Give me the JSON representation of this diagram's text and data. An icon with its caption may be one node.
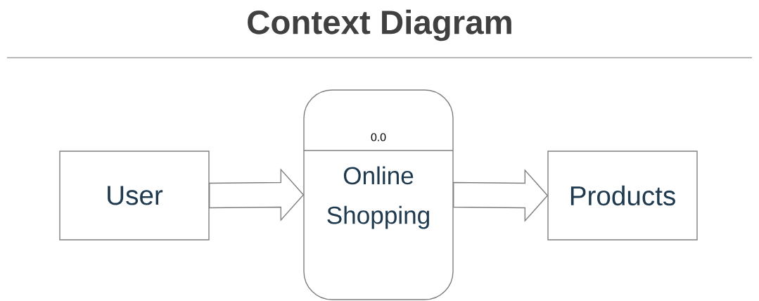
{
  "diagram": {
    "title": "Context Diagram",
    "nodes": [
      {
        "text": [
          "User"
        ]
      },
      {
        "text": [
          "0.0",
          "Online Shopping"
        ]
      },
      {
        "text": [
          "Products"
        ]
      }
    ],
    "edges": [
      {
        "from": 0,
        "to": 1,
        "arrow": "to"
      },
      {
        "from": 1,
        "to": 2,
        "arrow": "to"
      }
    ]
  }
}
